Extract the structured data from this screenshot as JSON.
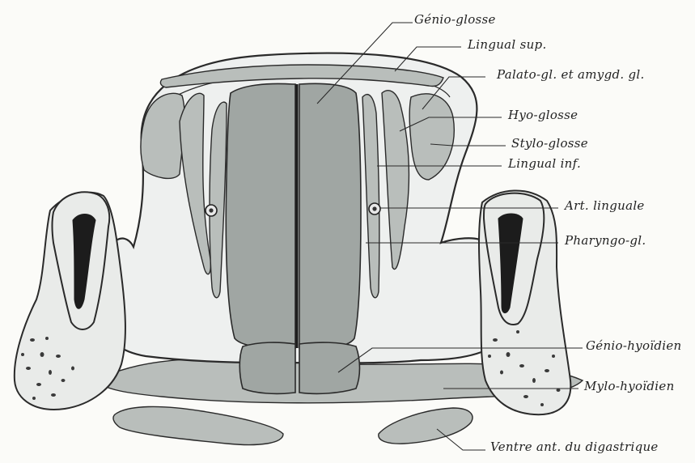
{
  "labels": {
    "genio_glosse": "Génio-glosse",
    "lingual_sup": "Lingual sup.",
    "palato_gl": "Palato-gl. et amygd. gl.",
    "hyo_glosse": "Hyo-glosse",
    "stylo_glosse": "Stylo-glosse",
    "lingual_inf": "Lingual inf.",
    "art_linguale": "Art. linguale",
    "pharyngo_gl": "Pharyngo-gl.",
    "genio_hyoidien": "Génio-hyoïdien",
    "mylo_hyoidien": "Mylo-hyoïdien",
    "ventre_digastrique": "Ventre ant. du digastrique"
  },
  "colors": {
    "muscle": "#a0a6a3",
    "tissue": "#eef0ef",
    "ink": "#222222"
  }
}
